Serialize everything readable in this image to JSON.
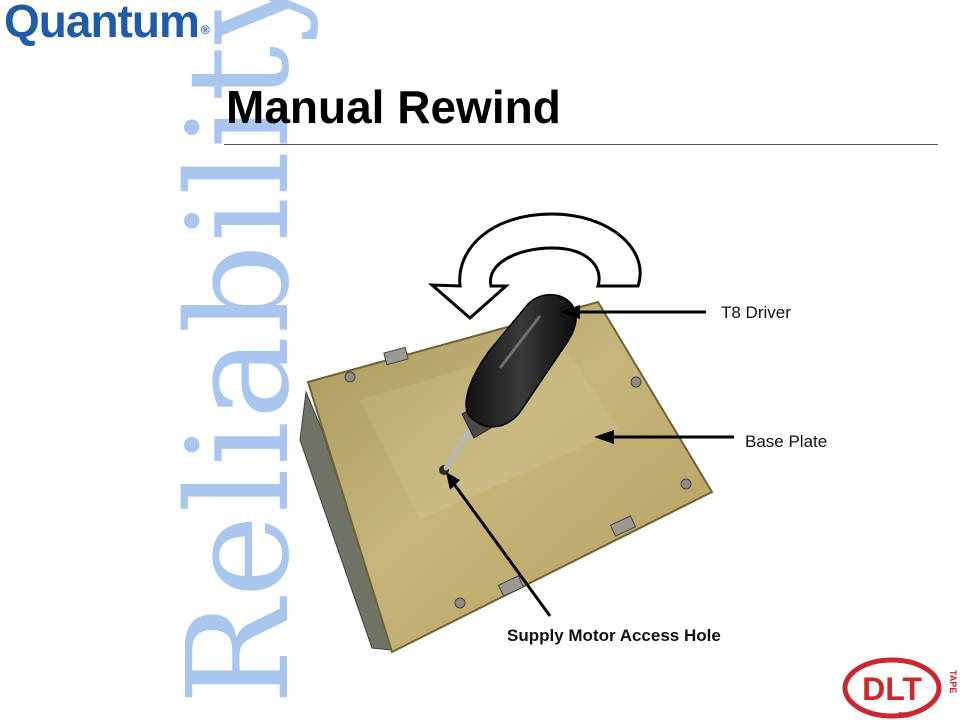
{
  "brand": {
    "logo_text": "Quantum",
    "logo_mark": "®",
    "watermark": "Reliability"
  },
  "slide": {
    "title": "Manual Rewind"
  },
  "callouts": {
    "t8_driver": "T8 Driver",
    "base_plate": "Base Plate",
    "access_hole": "Supply Motor Access Hole"
  },
  "dlt_logo": {
    "text": "DLT",
    "side_text": "TAPE",
    "tm": "TM"
  },
  "colors": {
    "logo_blue": "#1f5ba6",
    "watermark_blue": "#a9c6ef",
    "plate_gold": "#b9a45c",
    "dlt_red": "#c8282e"
  }
}
